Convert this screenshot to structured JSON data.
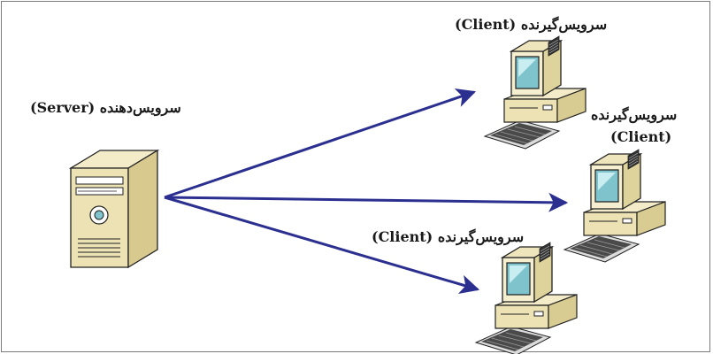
{
  "server": {
    "name": "سرویس‌دهنده",
    "tag": "(Server)"
  },
  "clients": [
    {
      "name": "سرویس‌گیرنده",
      "tag": "(Client)"
    },
    {
      "name": "سرویس‌گیرنده",
      "tag": "(Client)"
    },
    {
      "name": "سرویس‌گیرنده",
      "tag": "(Client)"
    }
  ],
  "colors": {
    "arrow": "#2b2f8f",
    "frame": "#7a7a7a"
  }
}
